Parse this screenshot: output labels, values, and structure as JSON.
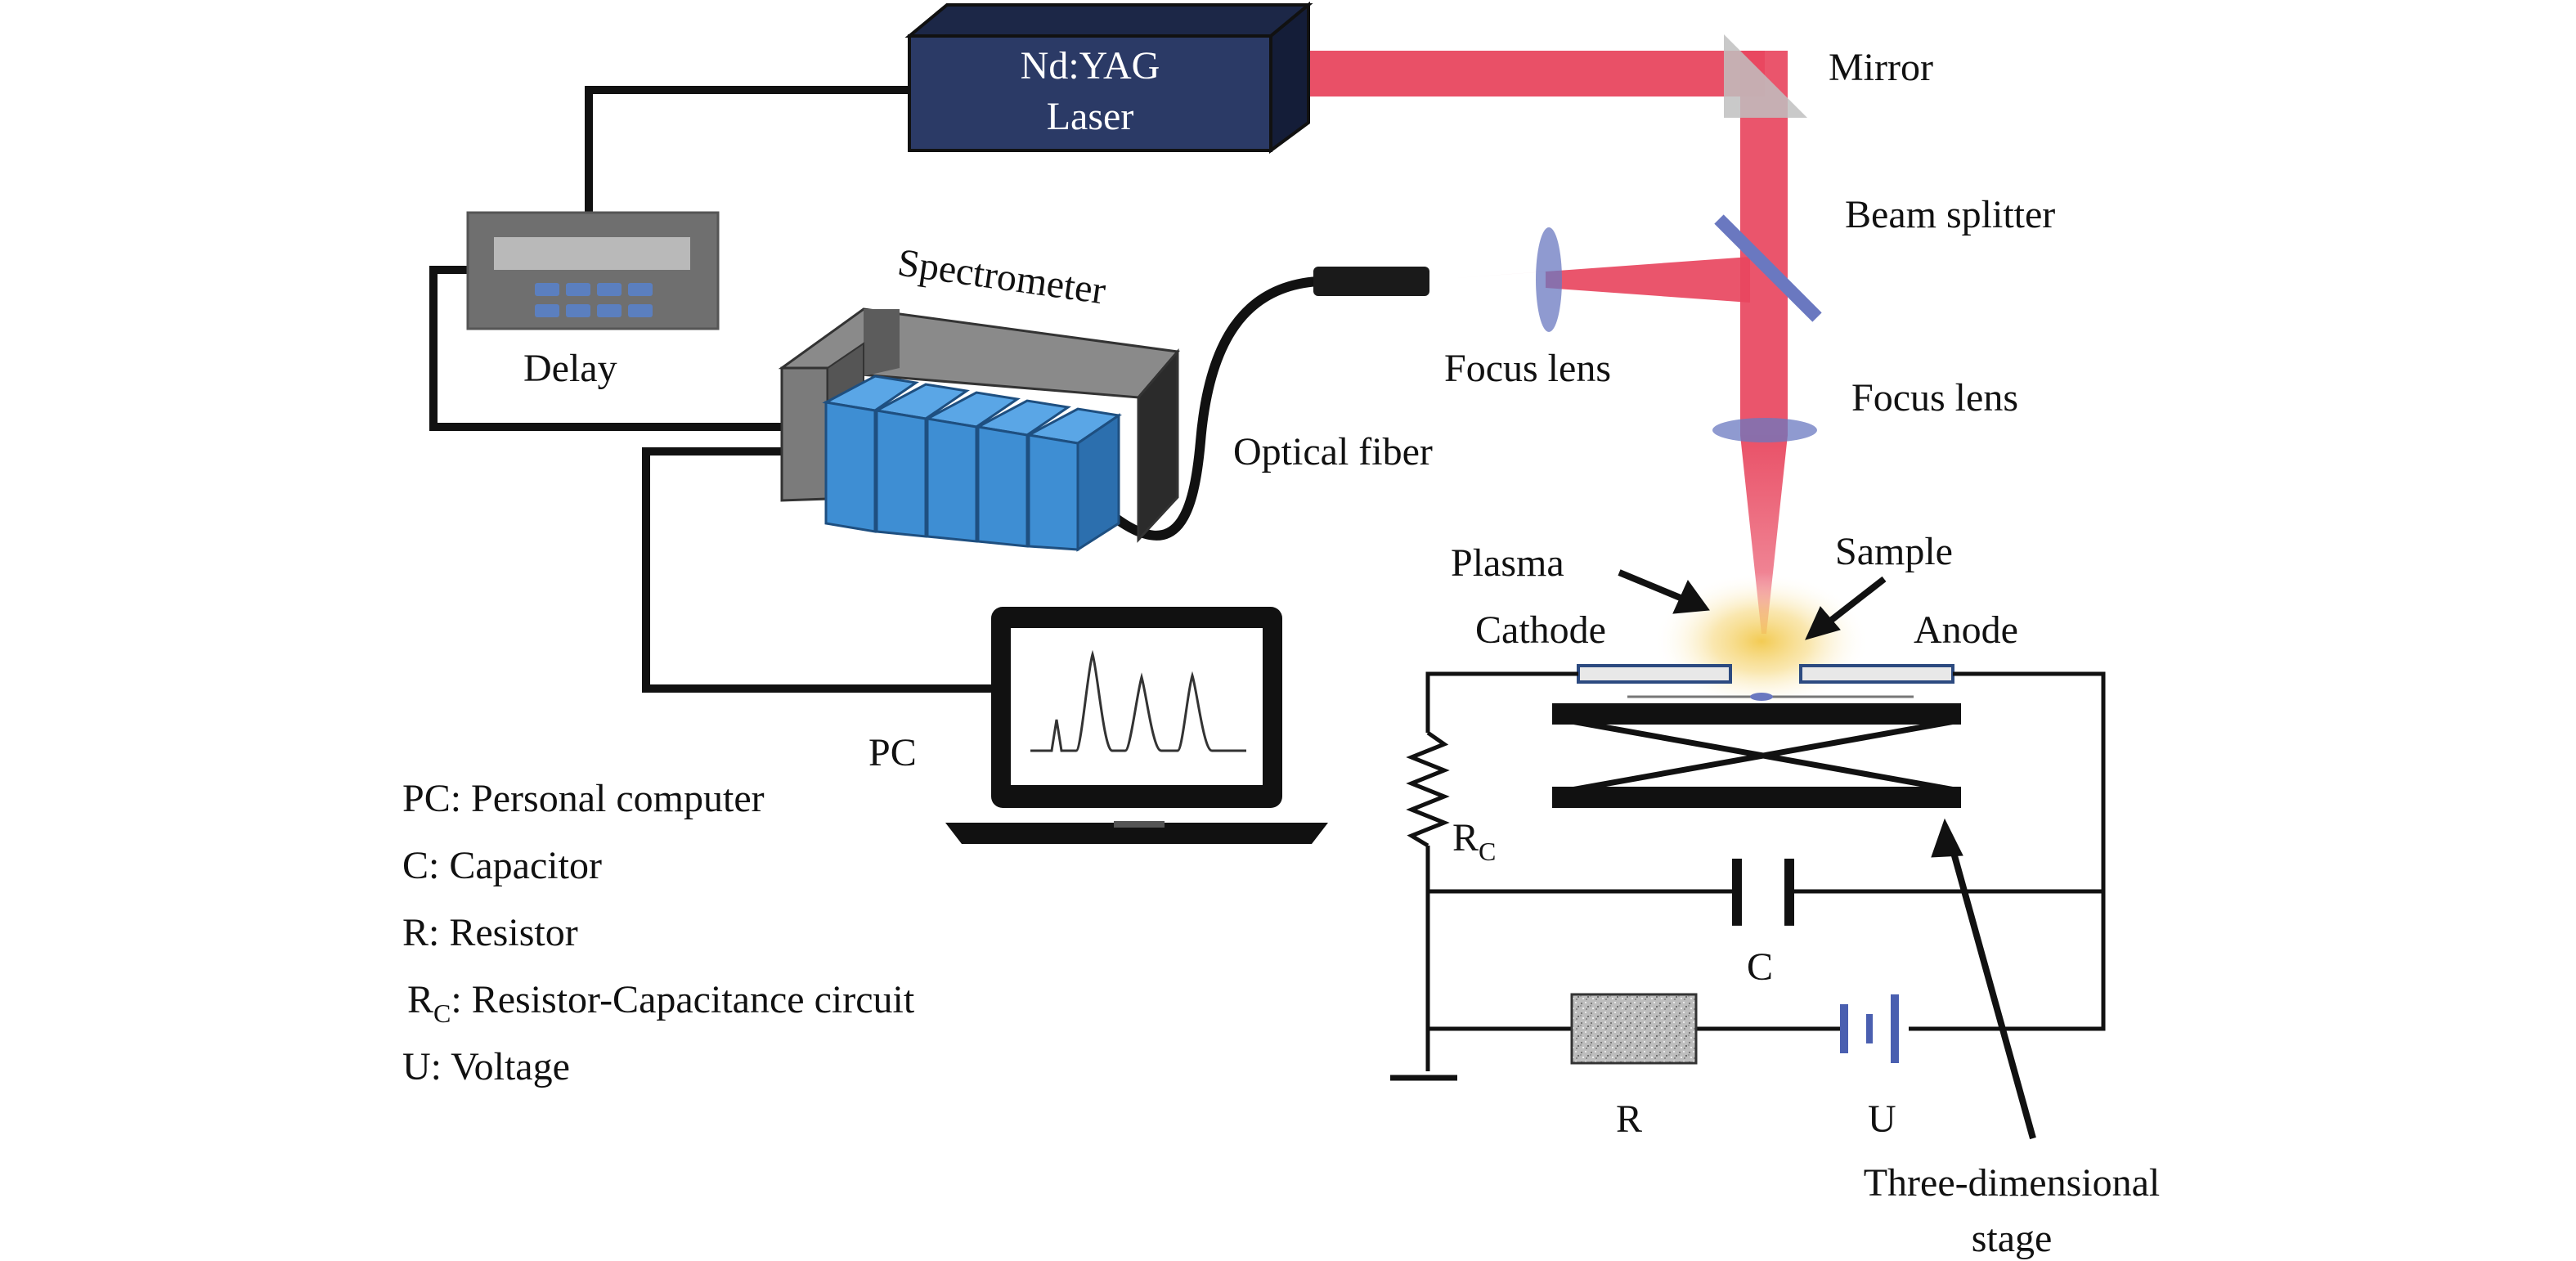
{
  "labels": {
    "laser_line1": "Nd:YAG",
    "laser_line2": "Laser",
    "mirror": "Mirror",
    "beam_splitter": "Beam splitter",
    "focus_lens_left": "Focus lens",
    "focus_lens_right": "Focus lens",
    "delay": "Delay",
    "spectrometer": "Spectrometer",
    "optical_fiber": "Optical fiber",
    "plasma": "Plasma",
    "sample": "Sample",
    "cathode": "Cathode",
    "anode": "Anode",
    "pc": "PC",
    "rc_main": "R",
    "rc_sub": "C",
    "capacitor": "C",
    "resistor": "R",
    "voltage": "U",
    "stage_line1": "Three-dimensional",
    "stage_line2": "stage"
  },
  "legend": [
    {
      "main": "PC",
      "sub": "",
      "text": ": Personal computer"
    },
    {
      "main": "C",
      "sub": "",
      "text": ": Capacitor"
    },
    {
      "main": "R",
      "sub": "",
      "text": ": Resistor"
    },
    {
      "main": "R",
      "sub": "C",
      "text": ": Resistor-Capacitance circuit"
    },
    {
      "main": "U",
      "sub": "",
      "text": ": Voltage"
    }
  ],
  "colors": {
    "laser_beam": "#e8475f",
    "laser_box": "#2b3a66",
    "spectrometer_module": "#3e8ed3",
    "optics_blue": "#6a78c0",
    "plasma_glow": "#f2c84a",
    "wire": "#111111"
  }
}
